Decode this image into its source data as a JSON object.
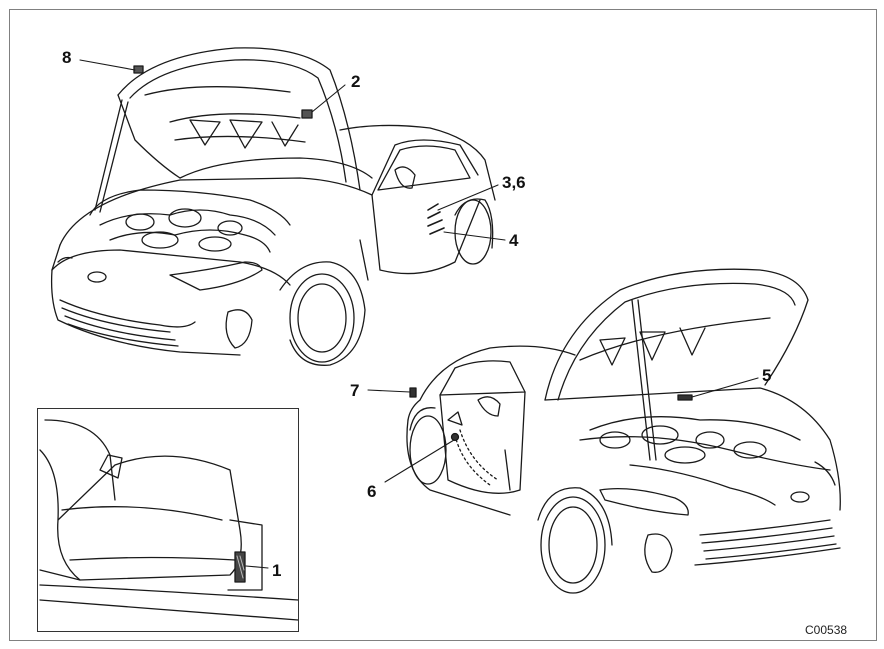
{
  "callouts": {
    "c1": "1",
    "c2": "2",
    "c36": "3,6",
    "c4": "4",
    "c5": "5",
    "c6": "6",
    "c7": "7",
    "c8": "8"
  },
  "figure_code": "C00538",
  "colors": {
    "line": "#1a1a1a",
    "frame": "#808080"
  }
}
